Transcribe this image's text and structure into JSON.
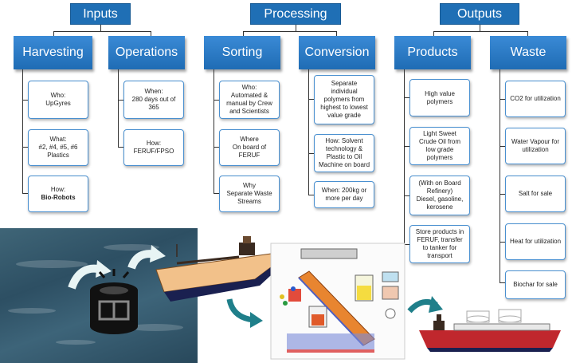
{
  "headers": {
    "inputs": "Inputs",
    "processing": "Processing",
    "outputs": "Outputs"
  },
  "categories": {
    "harvesting": "Harvesting",
    "operations": "Operations",
    "sorting": "Sorting",
    "conversion": "Conversion",
    "products": "Products",
    "waste": "Waste"
  },
  "harvesting": {
    "who": {
      "label": "Who:",
      "value": "UpGyres"
    },
    "what": {
      "label": "What:",
      "value": "#2, #4, #5, #6\nPlastics"
    },
    "how": {
      "label": "How:",
      "value": "Bio-Robots"
    }
  },
  "operations": {
    "when": {
      "label": "When:",
      "value": "280 days out of\n365"
    },
    "how": {
      "label": "How:",
      "value": "FERUF/FPSO"
    }
  },
  "sorting": {
    "who": {
      "label": "Who:",
      "value": "Automated &\nmanual by Crew\nand Scientists"
    },
    "where": {
      "label": "Where",
      "value": "On board of\nFERUF"
    },
    "why": {
      "label": "Why",
      "value": "Separate Waste\nStreams"
    }
  },
  "conversion": {
    "item1": "Separate\nindividual\npolymers from\nhighest to lowest\nvalue grade",
    "item2": "How: Solvent\ntechnology &\nPlastic to Oil\nMachine on board",
    "item3": "When: 200kg or\nmore per day"
  },
  "products": {
    "item1": "High value\npolymers",
    "item2": "Light Sweet\nCrude Oil from\nlow grade\npolymers",
    "item3": "(With on Board\nRefinery)\nDiesel, gasoline,\nkerosene",
    "item4": "Store products in\nFERUF, transfer\nto tanker for\ntransport"
  },
  "waste": {
    "item1": "CO2 for utilization",
    "item2": "Water Vapour for\nutilization",
    "item3": "Salt for sale",
    "item4": "Heat for utilization",
    "item5": "Biochar for sale"
  },
  "colors": {
    "header": "#1f6fb5",
    "category": "#2a7bc8",
    "arrow": "#1f7f8a",
    "ship_hull": "#c0272d"
  },
  "icons": [
    "bio-robot-icon",
    "curved-arrow-icon",
    "ship-icon",
    "tanker-icon",
    "process-schematic-icon"
  ]
}
